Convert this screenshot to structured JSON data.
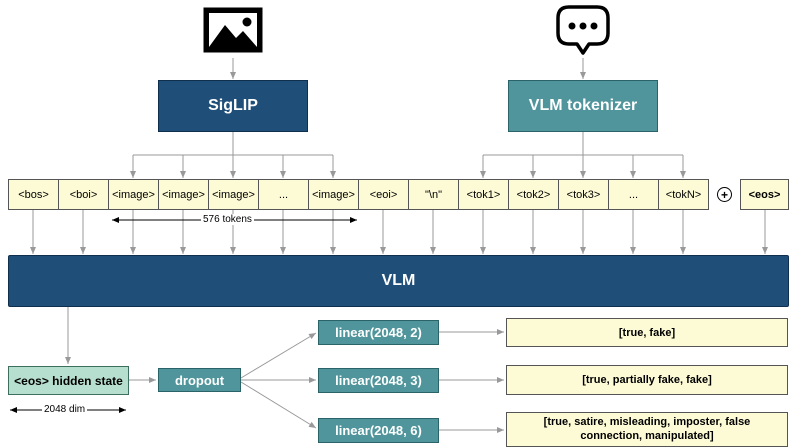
{
  "encoders": {
    "image_encoder": "SigLIP",
    "text_tokenizer": "VLM tokenizer"
  },
  "icons": {
    "image": "image-icon",
    "chat": "chat-bubble-icon",
    "plus": "plus-circle-icon"
  },
  "tokens": [
    "<bos>",
    "<boi>",
    "<image>",
    "<image>",
    "<image>",
    "...",
    "<image>",
    "<eoi>",
    "\"\\n\"",
    "<tok1>",
    "<tok2>",
    "<tok3>",
    "...",
    "<tokN>"
  ],
  "plus_symbol": "+",
  "eos_token": "<eos>",
  "image_tokens_count": "576 tokens",
  "vlm": "VLM",
  "hidden_state": "<eos> hidden state",
  "hidden_dim": "2048 dim",
  "dropout": "dropout",
  "heads": [
    {
      "linear": "linear(2048, 2)",
      "output": "[true, fake]"
    },
    {
      "linear": "linear(2048, 3)",
      "output": "[true, partially fake, fake]"
    },
    {
      "linear": "linear(2048, 6)",
      "output": "[true, satire, misleading, imposter, false connection, manipulated]"
    }
  ],
  "colors": {
    "navy": "#1f4e79",
    "teal": "#4f959b",
    "mint": "#b6dfcf",
    "cream": "#fdfbd6",
    "arrow": "#999999"
  }
}
